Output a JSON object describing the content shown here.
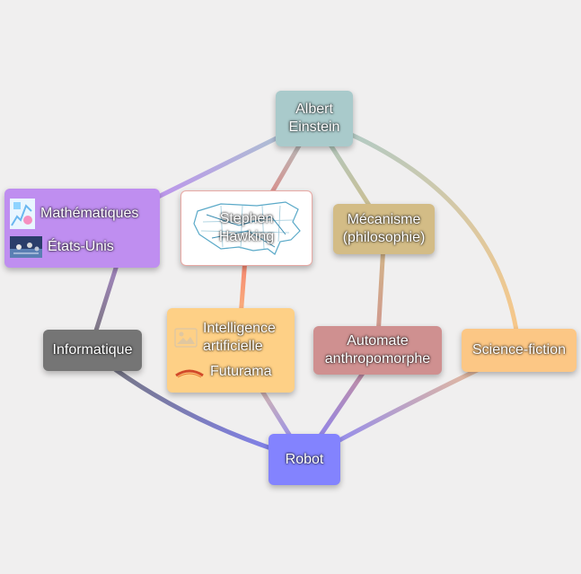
{
  "graph": {
    "nodes": [
      {
        "id": "einstein",
        "label": "Albert\nEinstein",
        "color": "#a9cacb"
      },
      {
        "id": "maths",
        "label": "Mathématiques",
        "color": "#bf8ef0"
      },
      {
        "id": "usa",
        "label": "États-Unis",
        "color": "#bf8ef0"
      },
      {
        "id": "hawking",
        "label": "Stephen\nHawking",
        "color": "#ffffff"
      },
      {
        "id": "mecanisme",
        "label": "Mécanisme\n(philosophie)",
        "color": "#d3bc86"
      },
      {
        "id": "informatique",
        "label": "Informatique",
        "color": "#757575"
      },
      {
        "id": "ia",
        "label": "Intelligence\nartificielle",
        "color": "#fed086"
      },
      {
        "id": "futurama",
        "label": "Futurama",
        "color": "#fed086"
      },
      {
        "id": "automate",
        "label": "Automate\nanthropomorphe",
        "color": "#cf9090"
      },
      {
        "id": "scifi",
        "label": "Science-fiction",
        "color": "#fcc785"
      },
      {
        "id": "robot",
        "label": "Robot",
        "color": "#8383fe"
      }
    ],
    "edges": [
      {
        "from": "einstein",
        "to": "maths"
      },
      {
        "from": "einstein",
        "to": "hawking"
      },
      {
        "from": "einstein",
        "to": "mecanisme"
      },
      {
        "from": "einstein",
        "to": "scifi"
      },
      {
        "from": "maths",
        "to": "informatique"
      },
      {
        "from": "hawking",
        "to": "ia"
      },
      {
        "from": "mecanisme",
        "to": "automate"
      },
      {
        "from": "informatique",
        "to": "robot"
      },
      {
        "from": "ia",
        "to": "robot"
      },
      {
        "from": "automate",
        "to": "robot"
      },
      {
        "from": "scifi",
        "to": "robot"
      }
    ]
  }
}
